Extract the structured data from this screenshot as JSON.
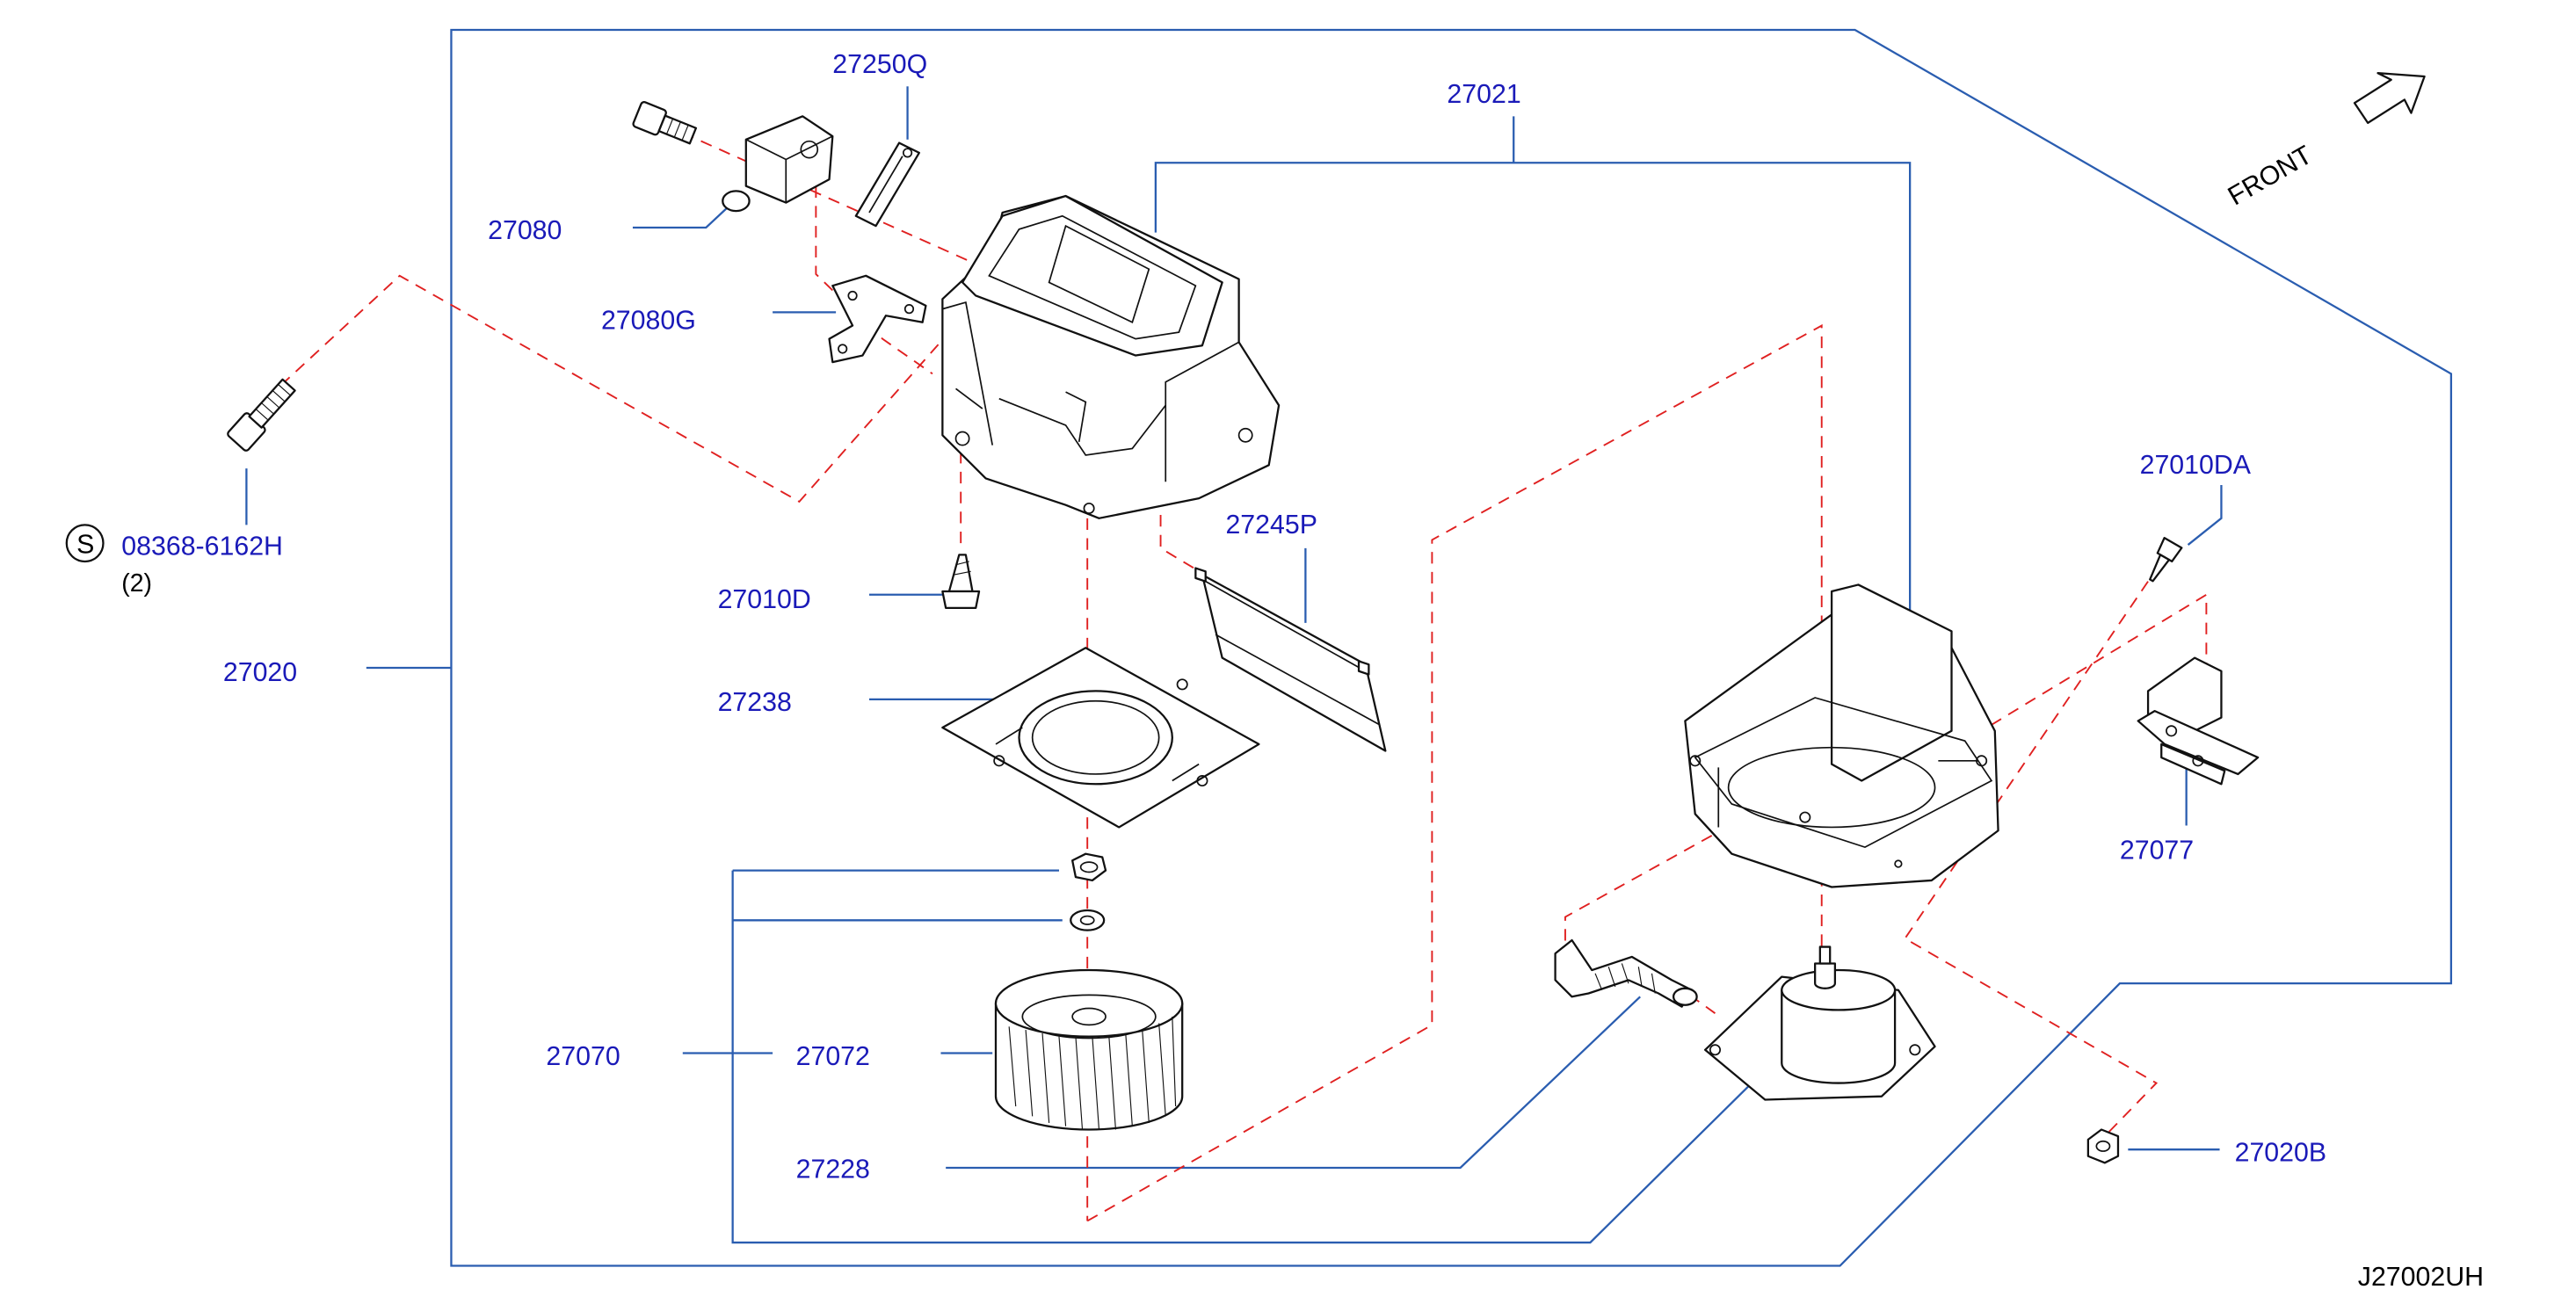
{
  "diagram": {
    "front_label": "FRONT",
    "drawing_code": "J27002UH",
    "colors": {
      "label": "#1a1ab8",
      "leader": "#2a5db0",
      "phantom": "#e02020",
      "outline": "#111111"
    },
    "part_labels": {
      "p27250Q": "27250Q",
      "p27021": "27021",
      "p27080": "27080",
      "p27080G": "27080G",
      "p08368": "08368-6162H",
      "p08368_qty": "(2)",
      "s_symbol": "S",
      "p27010D": "27010D",
      "p27245P": "27245P",
      "p27020": "27020",
      "p27238": "27238",
      "p27010DA": "27010DA",
      "p27077": "27077",
      "p27070": "27070",
      "p27072": "27072",
      "p27228": "27228",
      "p27020B": "27020B"
    }
  }
}
